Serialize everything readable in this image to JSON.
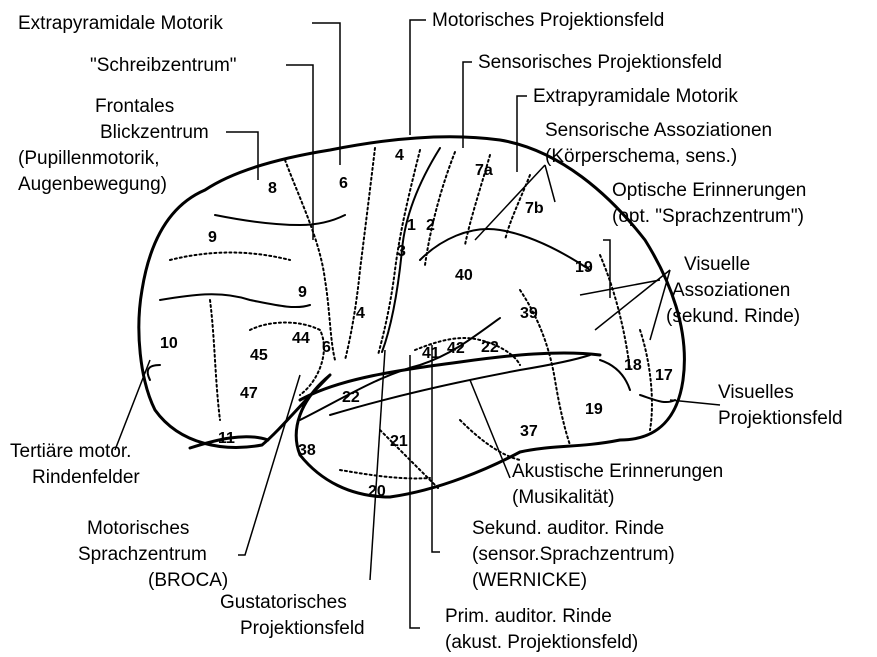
{
  "labels": {
    "extrapyramidal_top": "Extrapyramidale Motorik",
    "schreibzentrum": "\"Schreibzentrum\"",
    "frontales_1": "Frontales",
    "frontales_2": "Blickzentrum",
    "frontales_3": "(Pupillenmotorik,",
    "frontales_4": "Augenbewegung)",
    "motor_projection": "Motorisches Projektionsfeld",
    "sensory_projection": "Sensorisches Projektionsfeld",
    "extrapyramidal_right": "Extrapyramidale Motorik",
    "sens_assoc_1": "Sensorische Assoziationen",
    "sens_assoc_2": "(Körperschema, sens.)",
    "optic_memory_1": "Optische Erinnerungen",
    "optic_memory_2": "(opt. \"Sprachzentrum\")",
    "visual_assoc_1": "Visuelle",
    "visual_assoc_2": "Assoziationen",
    "visual_assoc_3": "(sekund. Rinde)",
    "visual_proj_1": "Visuelles",
    "visual_proj_2": "Projektionsfeld",
    "tertiary_1": "Tertiäre motor.",
    "tertiary_2": "Rindenfelder",
    "acoustic_memory_1": "Akustische Erinnerungen",
    "acoustic_memory_2": "(Musikalität)",
    "sec_auditory_1": "Sekund. auditor. Rinde",
    "sec_auditory_2": "(sensor.Sprachzentrum)",
    "sec_auditory_3": "(WERNICKE)",
    "broca_1": "Motorisches",
    "broca_2": "Sprachzentrum",
    "broca_3": "(BROCA)",
    "gustatory_1": "Gustatorisches",
    "gustatory_2": "Projektionsfeld",
    "prim_auditory_1": "Prim. auditor. Rinde",
    "prim_auditory_2": "(akust. Projektionsfeld)"
  },
  "areas": {
    "a4_top": "4",
    "a8": "8",
    "a6_top": "6",
    "a9_left": "9",
    "a7a": "7a",
    "a7b": "7b",
    "a1": "1",
    "a2": "2",
    "a3": "3",
    "a40": "40",
    "a19_top": "19",
    "a9_mid": "9",
    "a4_mid": "4",
    "a39": "39",
    "a10": "10",
    "a44": "44",
    "a45": "45",
    "a6_low": "6",
    "a41": "41",
    "a42": "42",
    "a22_right": "22",
    "a18": "18",
    "a17": "17",
    "a47": "47",
    "a22_left": "22",
    "a19_low": "19",
    "a11": "11",
    "a38": "38",
    "a21": "21",
    "a37": "37",
    "a20": "20"
  }
}
